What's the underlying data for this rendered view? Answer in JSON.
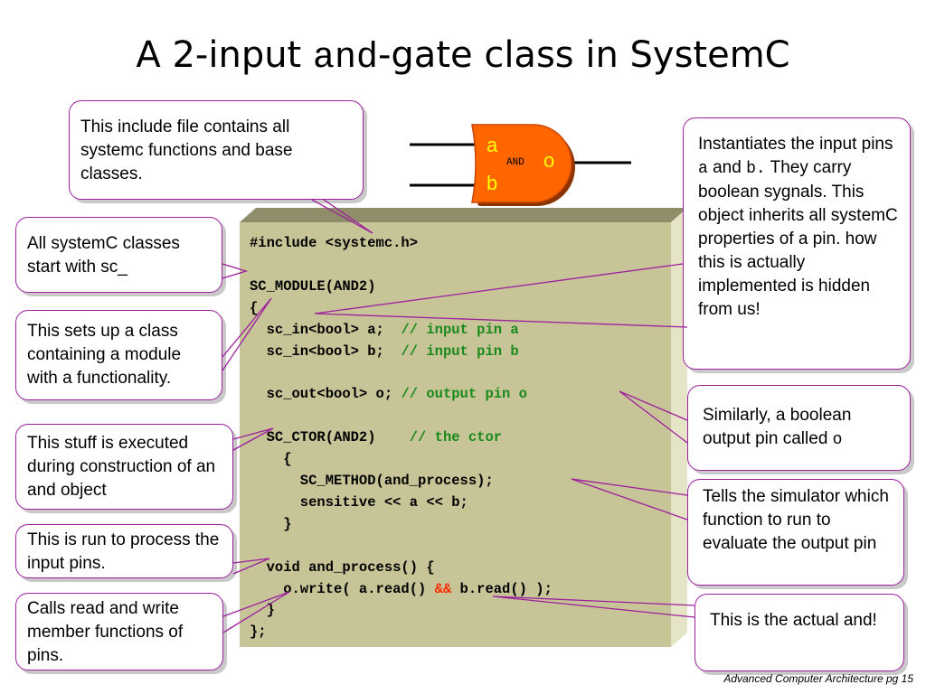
{
  "title": {
    "prefix": "A 2-input ",
    "mono": "and",
    "suffix": "-gate class in SystemC"
  },
  "gate": {
    "input_a": "a",
    "input_b": "b",
    "output": "o",
    "type_label": "AND"
  },
  "code": {
    "line1": "#include <systemc.h>",
    "line2": "SC_MODULE(AND2)",
    "line3": "{",
    "line4_code": "  sc_in<bool> a;  ",
    "line4_comment": "// input pin a",
    "line5_code": "  sc_in<bool> b;  ",
    "line5_comment": "// input pin b",
    "line6_code": "  sc_out<bool> o; ",
    "line6_comment": "// output pin o",
    "line7_code": "  SC_CTOR(AND2)    ",
    "line7_comment": "// the ctor",
    "line8": "    {",
    "line9": "      SC_METHOD(and_process);",
    "line10": "      sensitive << a << b;",
    "line11": "    }",
    "line12": "  void and_process() {",
    "line13_pre": "    o.write( a.read() ",
    "line13_op": "&&",
    "line13_post": " b.read() );",
    "line14": "  }",
    "line15": "};"
  },
  "callouts": {
    "include": "This include file contains all systemc functions and base classes.",
    "sc_prefix": "All systemC classes start with sc_",
    "class_setup": "This sets up a class containing a module with a functionality.",
    "construction": "This stuff is executed during construction of an and object",
    "process": "This is run to process the input pins.",
    "read_write": "Calls read and write member functions of pins.",
    "inputs_pre": "Instantiates the input pins ",
    "inputs_a": "a",
    "inputs_and": " and ",
    "inputs_b": "b.",
    "inputs_post": " They carry boolean sygnals. This object inherits all systemC properties of a pin. how this is actually implemented is hidden from us!",
    "output_pre": "Similarly, a boolean output pin called ",
    "output_o": "o",
    "simulator": "Tells the simulator which function to run to evaluate the output pin",
    "actual_and": "This is the actual and!"
  },
  "colors": {
    "accent": "#9c1f9e",
    "gate_fill": "#ff6600",
    "code_bg": "#c7c497",
    "comment": "#1a8a1a",
    "operator": "#ff2a00"
  },
  "footer": "Advanced Computer Architecture  pg 15"
}
